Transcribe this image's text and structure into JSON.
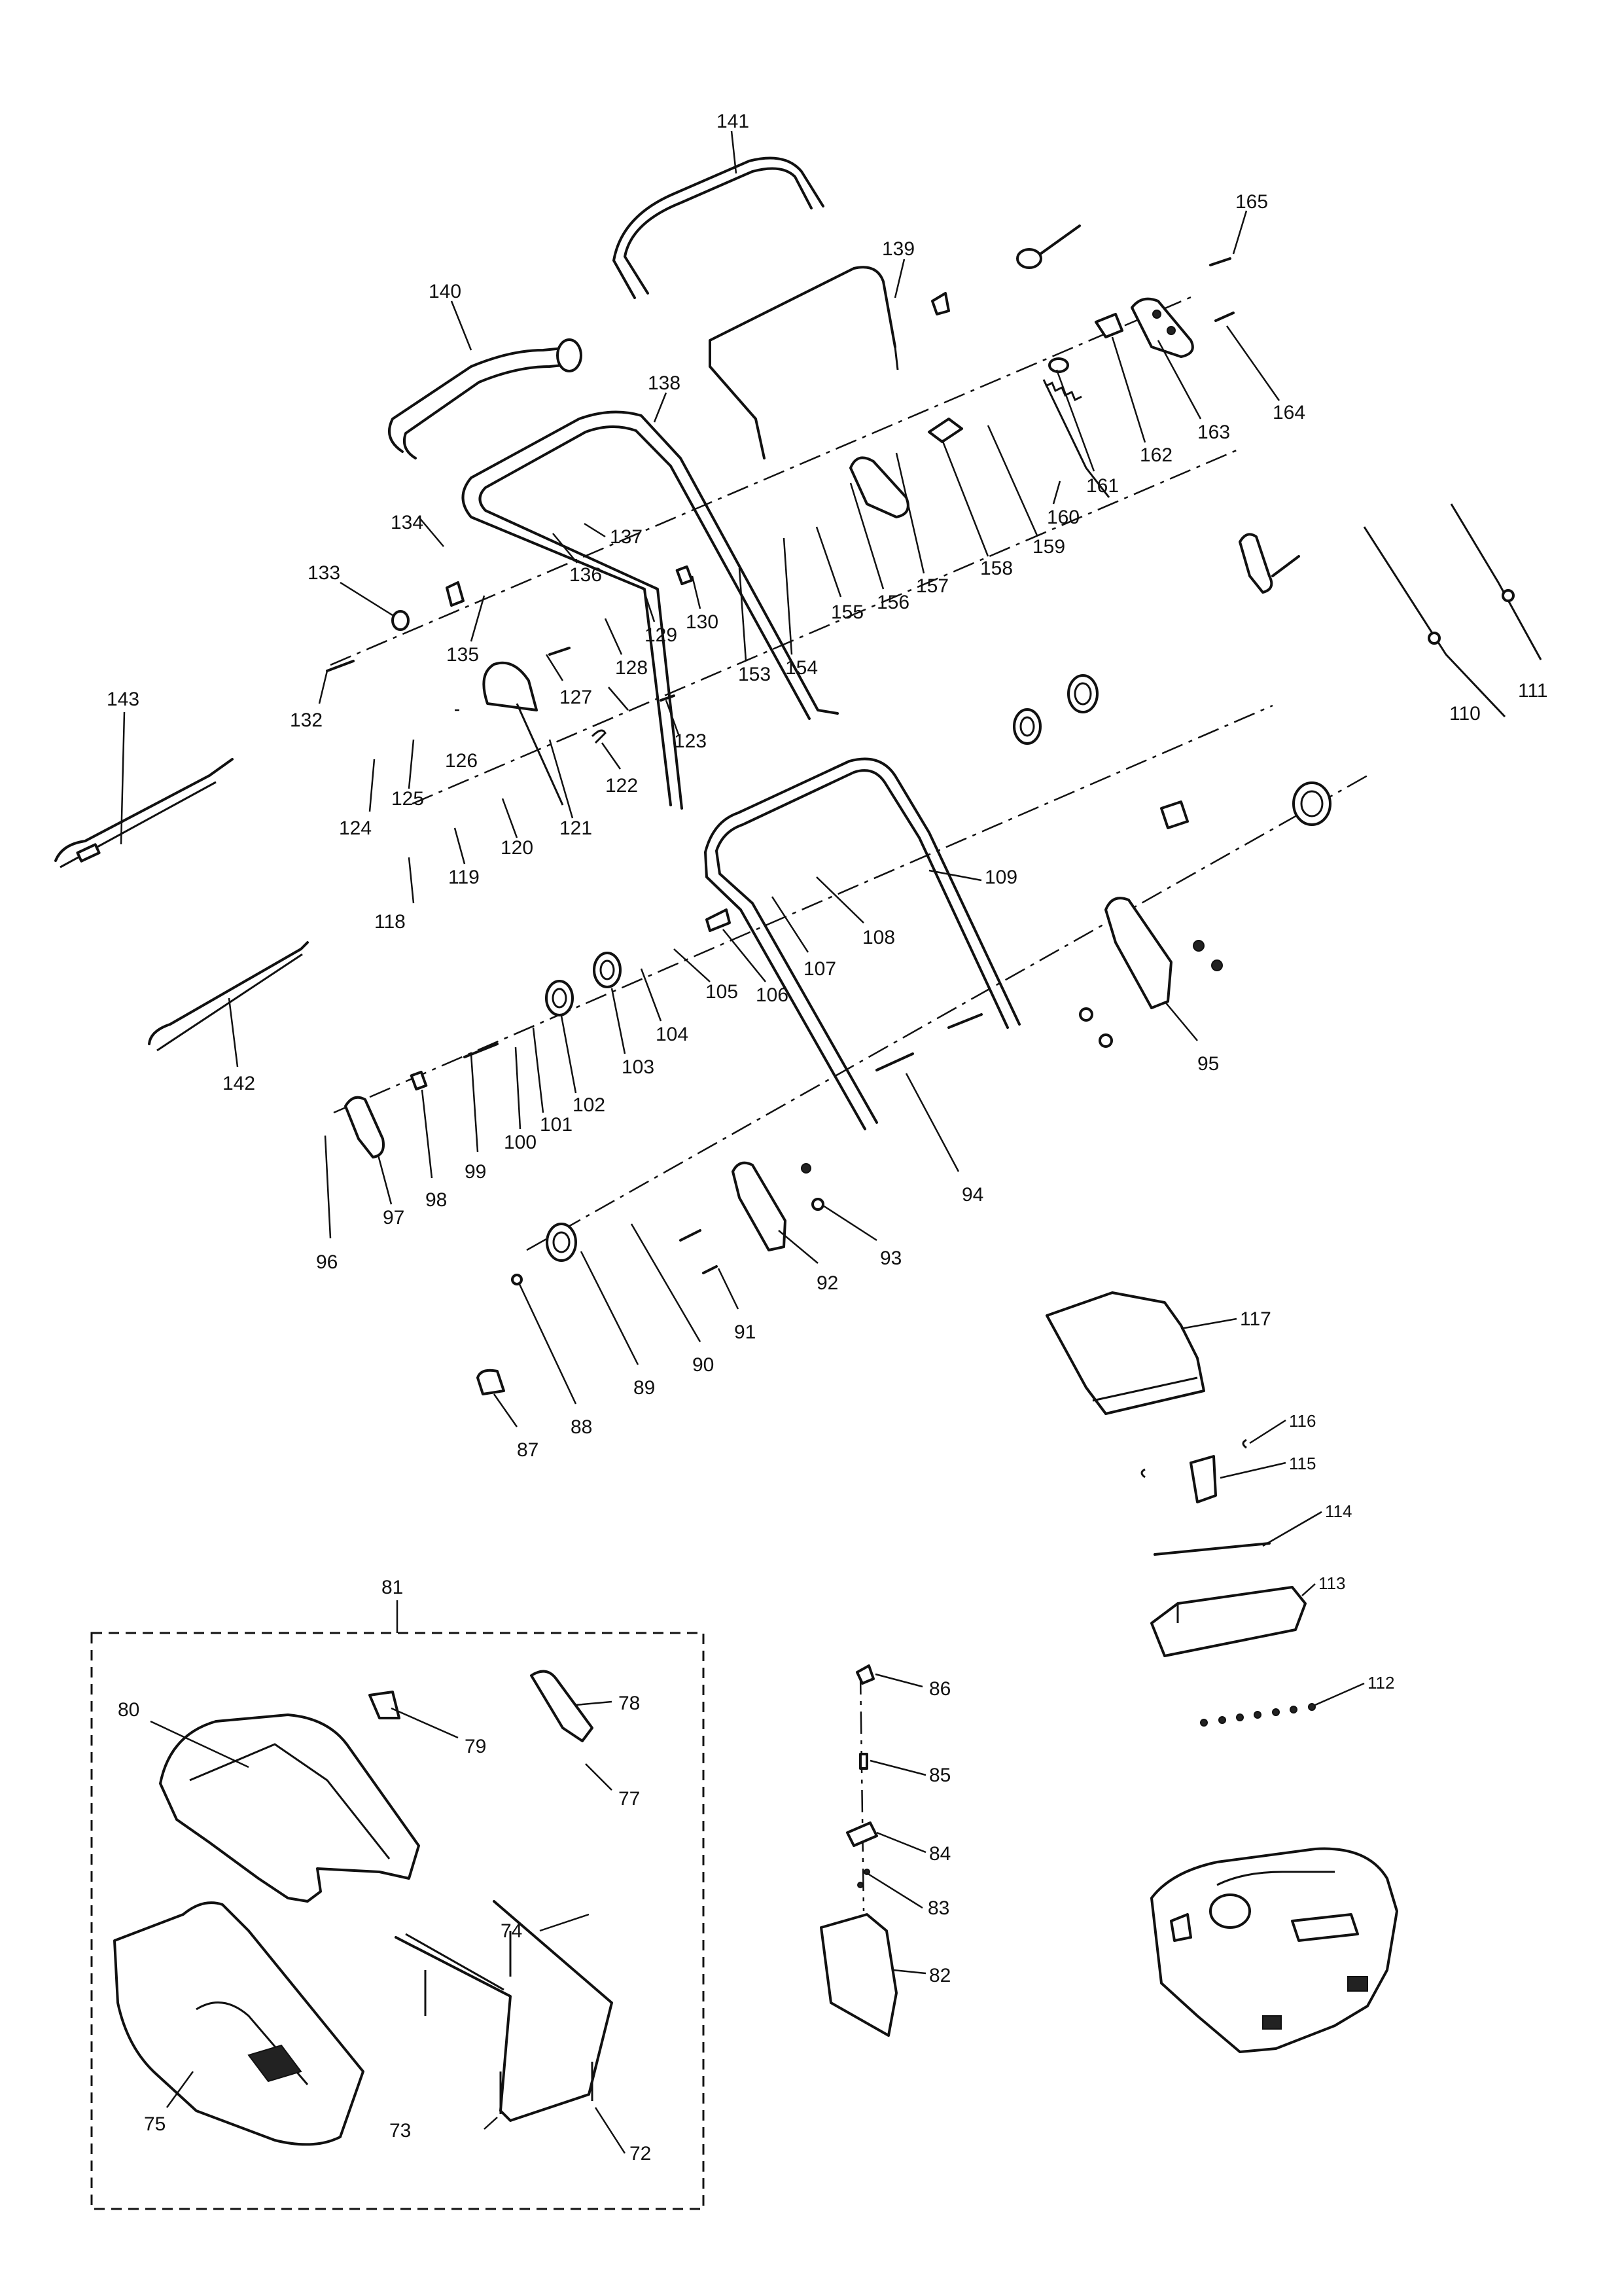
{
  "callouts": {
    "c72": "72",
    "c73": "73",
    "c74": "74",
    "c75": "75",
    "c77": "77",
    "c78": "78",
    "c79": "79",
    "c80": "80",
    "c81": "81",
    "c82": "82",
    "c83": "83",
    "c84": "84",
    "c85": "85",
    "c86": "86",
    "c87": "87",
    "c88": "88",
    "c89": "89",
    "c90": "90",
    "c91": "91",
    "c92": "92",
    "c93": "93",
    "c94": "94",
    "c95": "95",
    "c96": "96",
    "c97": "97",
    "c98": "98",
    "c99": "99",
    "c100": "100",
    "c101": "101",
    "c102": "102",
    "c103": "103",
    "c104": "104",
    "c105": "105",
    "c106": "106",
    "c107": "107",
    "c108": "108",
    "c109": "109",
    "c110": "110",
    "c111": "111",
    "c112": "112",
    "c113": "113",
    "c114": "114",
    "c115": "115",
    "c116": "116",
    "c117": "117",
    "c118": "118",
    "c119": "119",
    "c120": "120",
    "c121": "121",
    "c122": "122",
    "c123": "123",
    "c124": "124",
    "c125": "125",
    "c126": "126",
    "c127": "127",
    "c128": "128",
    "c129": "129",
    "c130": "130",
    "c132": "132",
    "c133": "133",
    "c134": "134",
    "c135": "135",
    "c136": "136",
    "c137": "137",
    "c138": "138",
    "c139": "139",
    "c140": "140",
    "c141": "141",
    "c142": "142",
    "c143": "143",
    "c153": "153",
    "c154": "154",
    "c155": "155",
    "c156": "156",
    "c157": "157",
    "c158": "158",
    "c159": "159",
    "c160": "160",
    "c161": "161",
    "c162": "162",
    "c163": "163",
    "c164": "164",
    "c165": "165"
  }
}
